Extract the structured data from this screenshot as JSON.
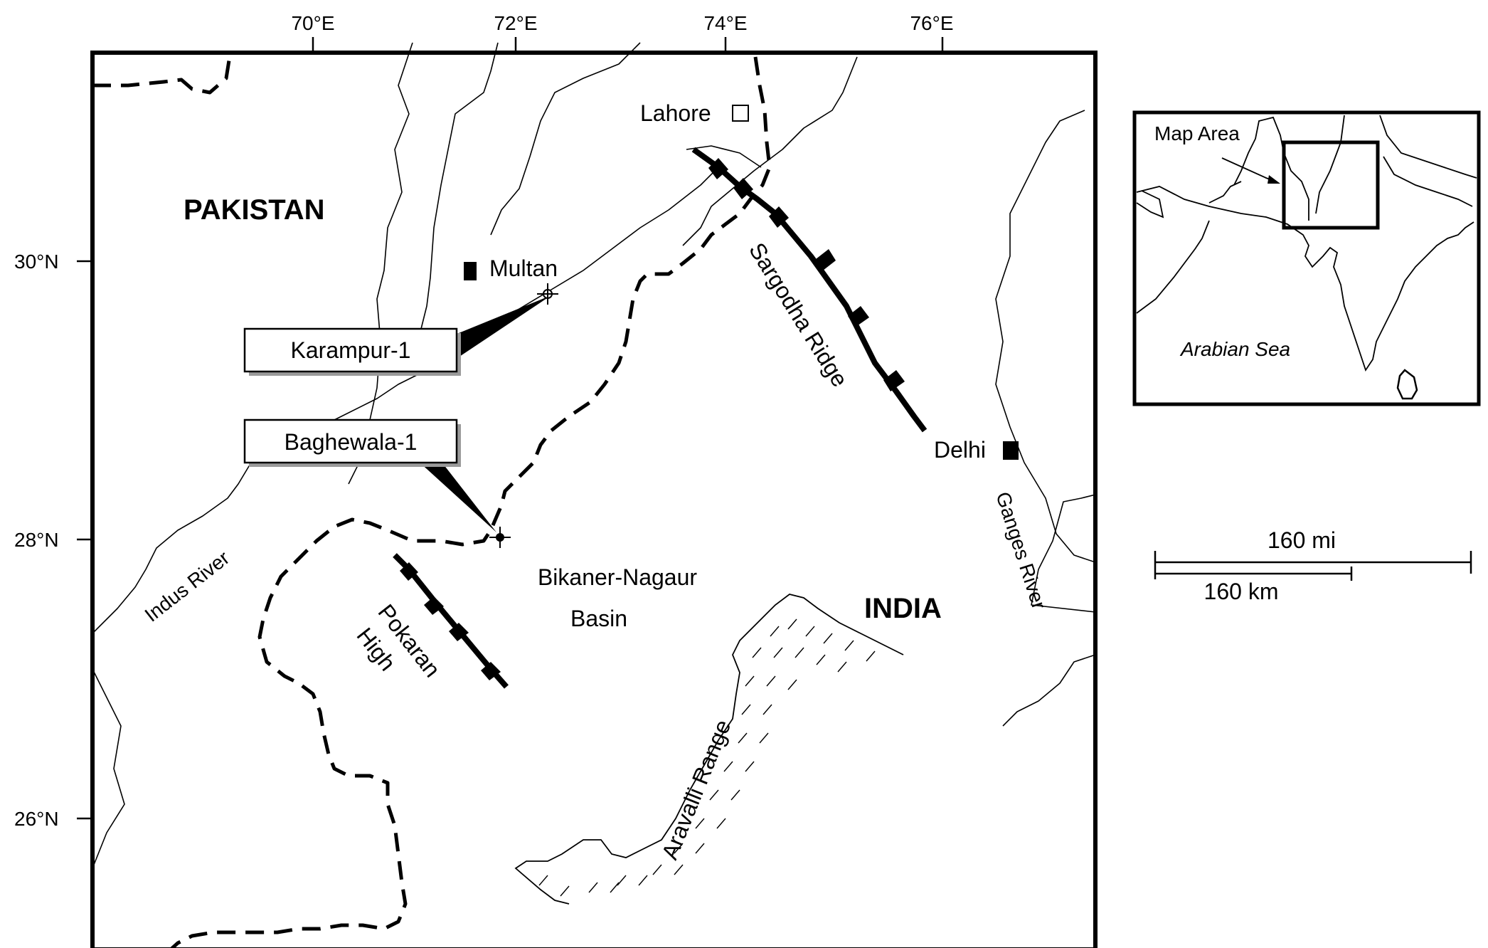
{
  "map": {
    "longitude_labels": [
      "70°E",
      "72°E",
      "74°E",
      "76°E"
    ],
    "latitude_labels": [
      "30°N",
      "28°N",
      "26°N"
    ],
    "countries": {
      "pakistan": "PAKISTAN",
      "india": "INDIA"
    },
    "cities": {
      "lahore": "Lahore",
      "multan": "Multan",
      "delhi": "Delhi"
    },
    "wells": {
      "karampur": "Karampur-1",
      "baghewala": "Baghewala-1"
    },
    "features": {
      "sargodha_ridge": "Sargodha Ridge",
      "indus_river": "Indus River",
      "ganges_river": "Ganges River",
      "aravalli_range": "Aravalli Range",
      "pokaran_line1": "Pokaran",
      "pokaran_line2": "High",
      "basin_line1": "Bikaner-Nagaur",
      "basin_line2": "Basin"
    }
  },
  "inset": {
    "map_area_label": "Map Area",
    "sea_label": "Arabian Sea"
  },
  "scale": {
    "miles_label": "160 mi",
    "km_label": "160 km"
  }
}
